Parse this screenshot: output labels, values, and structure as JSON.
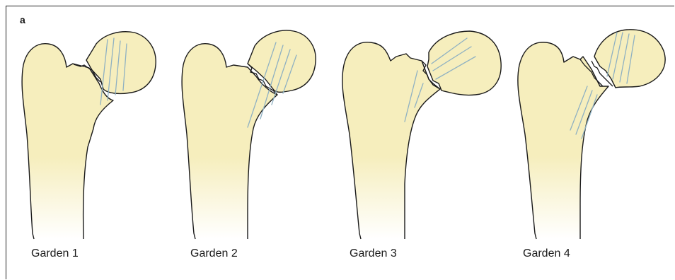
{
  "panel_label": "a",
  "colors": {
    "bone_fill": "#f6eebd",
    "outline": "#1a1a1a",
    "trabecular_lines": "#8fb1c2"
  },
  "fractures": [
    {
      "label": "Garden 1"
    },
    {
      "label": "Garden 2"
    },
    {
      "label": "Garden 3"
    },
    {
      "label": "Garden 4"
    }
  ]
}
